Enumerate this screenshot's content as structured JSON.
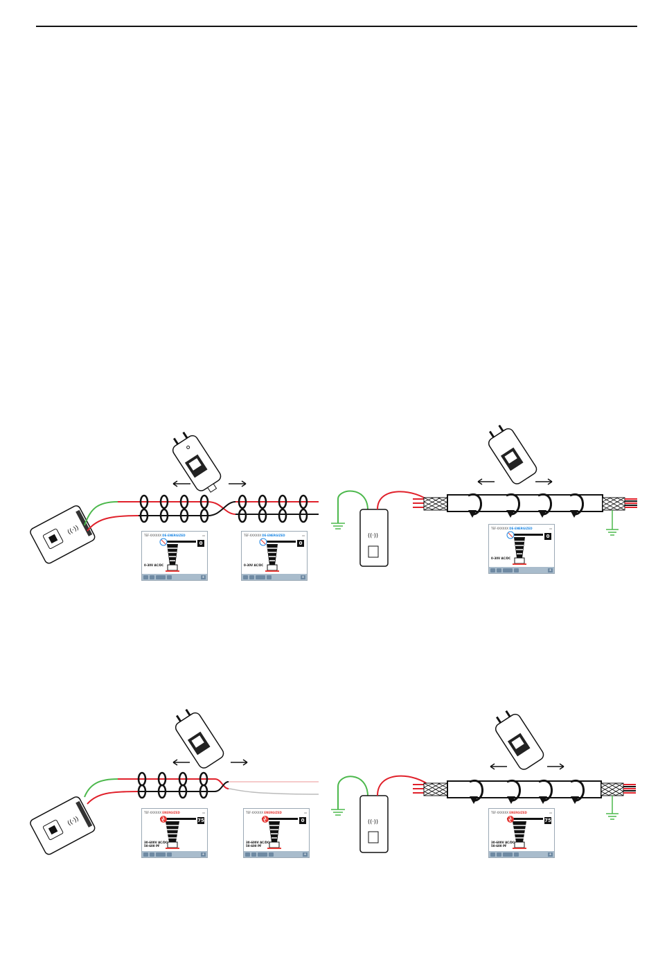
{
  "page": {
    "rule_color": "#111111"
  },
  "colors": {
    "red": "#e0202a",
    "green": "#4cb84c",
    "black": "#111111",
    "blue": "#1e88e5",
    "bar": "#a9bccc"
  },
  "arrows": {
    "left": "←",
    "right": "→"
  },
  "screens": [
    {
      "header": "TEF-XXXXXX",
      "status": "DE-ENERGIZED",
      "reading": "0",
      "range": "0-30V AC/DC",
      "state": "off"
    },
    {
      "header": "TEF-XXXXXX",
      "status": "DE-ENERGIZED",
      "reading": "0",
      "range": "0-30V AC/DC",
      "state": "off"
    },
    {
      "header": "TEF-XXXXXX",
      "status": "DE-ENERGIZED",
      "reading": "0",
      "range": "0-30V AC/DC",
      "state": "off"
    },
    {
      "header": "TEF-XXXXXX",
      "status": "ENERGIZED",
      "reading": "75",
      "range": "30-600V AC/DC\n50-600 PF",
      "state": "on"
    },
    {
      "header": "TEF-XXXXXX",
      "status": "ENERGIZED",
      "reading": "0",
      "range": "30-600V AC/DC\n50-600 PF",
      "state": "on"
    },
    {
      "header": "TEF-XXXXXX",
      "status": "ENERGIZED",
      "reading": "75",
      "range": "30-600V AC/DC\n50-600 PF",
      "state": "on"
    }
  ]
}
